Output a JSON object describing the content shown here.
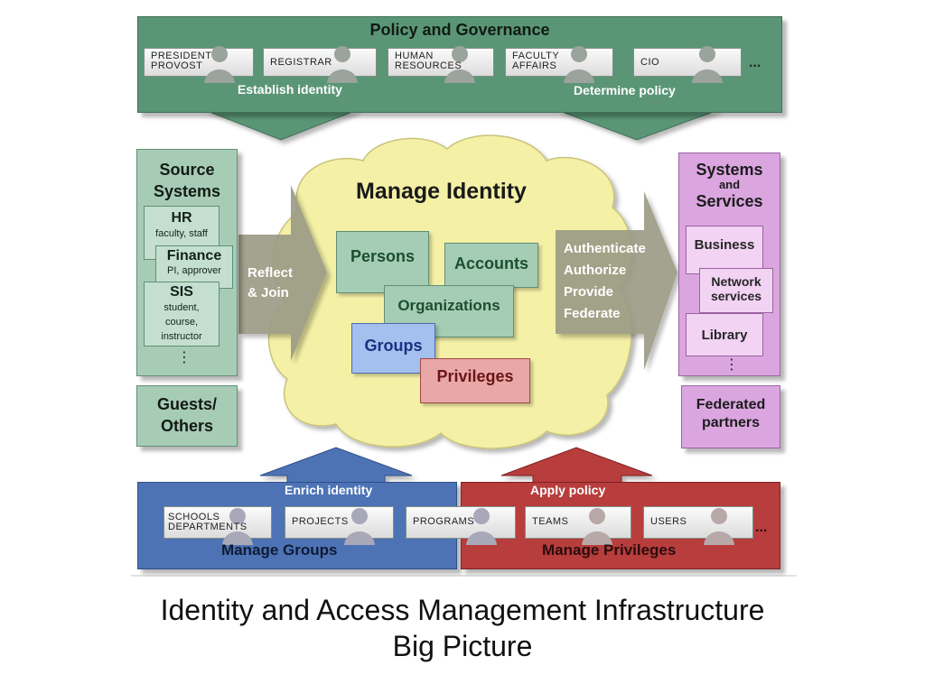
{
  "policy": {
    "title": "Policy and Governance",
    "roles": [
      "PRESIDENT\nPROVOST",
      "REGISTRAR",
      "HUMAN\nRESOURCES",
      "FACULTY\nAFFAIRS",
      "CIO"
    ],
    "more": "...",
    "left_action": "Establish identity",
    "right_action": "Determine policy"
  },
  "sources": {
    "title_line1": "Source",
    "title_line2": "Systems",
    "items": [
      {
        "name": "HR",
        "detail": "faculty, staff"
      },
      {
        "name": "Finance",
        "detail": "PI, approver"
      },
      {
        "name": "SIS",
        "detail": "student,\ncourse,\ninstructor"
      }
    ],
    "more": "⋮",
    "guests_line1": "Guests/",
    "guests_line2": "Others"
  },
  "center": {
    "title": "Manage Identity",
    "reflect_line1": "Reflect",
    "reflect_line2": "& Join",
    "entities": [
      "Persons",
      "Accounts",
      "Organizations",
      "Groups",
      "Privileges"
    ],
    "actions": [
      "Authenticate",
      "Authorize",
      "Provide",
      "Federate"
    ]
  },
  "systems": {
    "title_line1": "Systems",
    "title_line2": "and",
    "title_line3": "Services",
    "items": [
      "Business",
      "Network\nservices",
      "Library"
    ],
    "more": "⋮",
    "federated_line1": "Federated",
    "federated_line2": "partners"
  },
  "bottom": {
    "enrich": "Enrich identity",
    "apply": "Apply policy",
    "group_items": [
      "SCHOOLS\nDEPARTMENTS",
      "PROJECTS",
      "PROGRAMS"
    ],
    "priv_items": [
      "TEAMS",
      "USERS"
    ],
    "more": "...",
    "manage_groups": "Manage Groups",
    "manage_privileges": "Manage Privileges"
  },
  "caption": {
    "line1": "Identity and Access Management Infrastructure",
    "line2": "Big Picture"
  },
  "colors": {
    "policy_green": "#5a9676",
    "source_green": "#a7ccb6",
    "systems_pink": "#dba6e0",
    "cloud_yellow": "#f4f0a6",
    "arrow_gray": "#9c9c86",
    "groups_blue": "#4d73b5",
    "privileges_red": "#b83d3d"
  }
}
